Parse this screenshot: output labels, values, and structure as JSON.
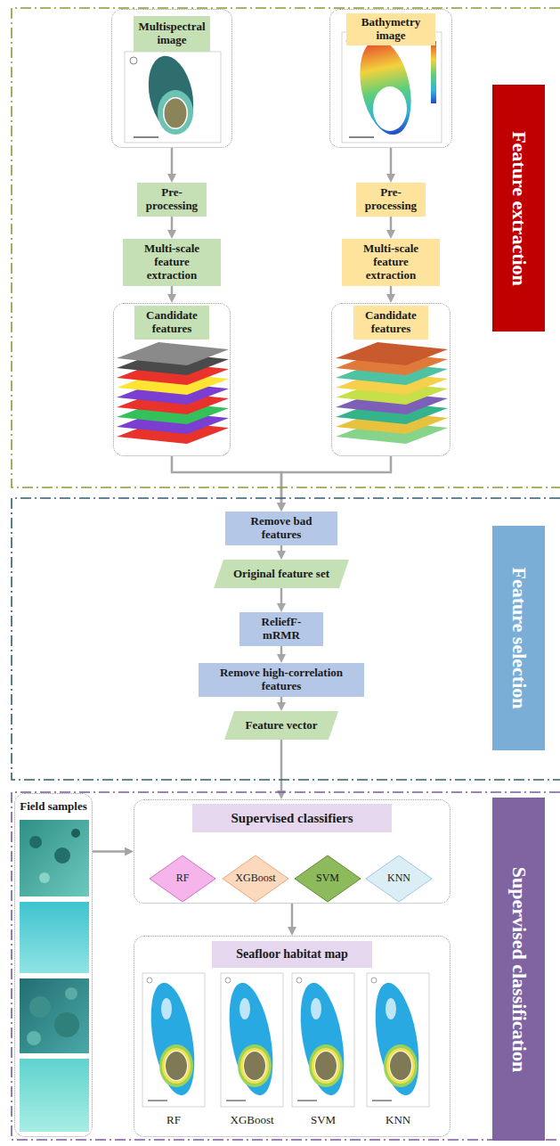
{
  "diagram": {
    "nodes": [
      {
        "text": [
          "Feature extraction"
        ]
      },
      {
        "text": [
          "Multispectral image"
        ],
        "in": 0
      },
      {
        "text": [
          "Bathymetry image"
        ],
        "in": 0
      },
      {
        "text": [
          "Pre-processing"
        ],
        "in": 0
      },
      {
        "text": [
          "Pre-processing"
        ],
        "in": 0
      },
      {
        "text": [
          "Multi-scale feature extraction"
        ],
        "in": 0
      },
      {
        "text": [
          "Multi-scale feature extraction"
        ],
        "in": 0
      },
      {
        "text": [
          "Candidate features"
        ],
        "in": 0
      },
      {
        "text": [
          "Candidate features"
        ],
        "in": 0
      },
      {
        "text": [
          "Feature selection"
        ]
      },
      {
        "text": [
          "Remove bad features"
        ],
        "in": 9
      },
      {
        "text": [
          "Original feature set"
        ],
        "in": 9
      },
      {
        "text": [
          "ReliefF-mRMR"
        ],
        "in": 9
      },
      {
        "text": [
          "Remove high-correlation features"
        ],
        "in": 9
      },
      {
        "text": [
          "Feature vector"
        ],
        "in": 9
      },
      {
        "text": [
          "Supervised classification"
        ]
      },
      {
        "text": [
          "Field samples"
        ],
        "in": 15
      },
      {
        "text": [
          "Supervised classifiers"
        ],
        "in": 15
      },
      {
        "text": [
          "RF"
        ],
        "in": 17
      },
      {
        "text": [
          "XGBoost"
        ],
        "in": 17
      },
      {
        "text": [
          "SVM"
        ],
        "in": 17
      },
      {
        "text": [
          "KNN"
        ],
        "in": 17
      },
      {
        "text": [
          "Seafloor habitat map",
          "RF",
          "XGBoost",
          "SVM",
          "KNN"
        ],
        "in": 15
      }
    ],
    "edges": [
      {
        "from": 1,
        "to": 3,
        "arrow": "to"
      },
      {
        "from": 3,
        "to": 5,
        "arrow": "to"
      },
      {
        "from": 5,
        "to": 7,
        "arrow": "to"
      },
      {
        "from": 2,
        "to": 4,
        "arrow": "to"
      },
      {
        "from": 4,
        "to": 6,
        "arrow": "to"
      },
      {
        "from": 6,
        "to": 8,
        "arrow": "to"
      },
      {
        "from": 7,
        "to": 10,
        "arrow": "to"
      },
      {
        "from": 8,
        "to": 10,
        "arrow": "to"
      },
      {
        "from": 10,
        "to": 11,
        "arrow": "to"
      },
      {
        "from": 11,
        "to": 12,
        "arrow": "to"
      },
      {
        "from": 12,
        "to": 13,
        "arrow": "to"
      },
      {
        "from": 13,
        "to": 14,
        "arrow": "to"
      },
      {
        "from": 14,
        "to": 17,
        "arrow": "to"
      },
      {
        "from": 16,
        "to": 17,
        "arrow": "to"
      },
      {
        "from": 17,
        "to": 22,
        "arrow": "to"
      }
    ]
  }
}
